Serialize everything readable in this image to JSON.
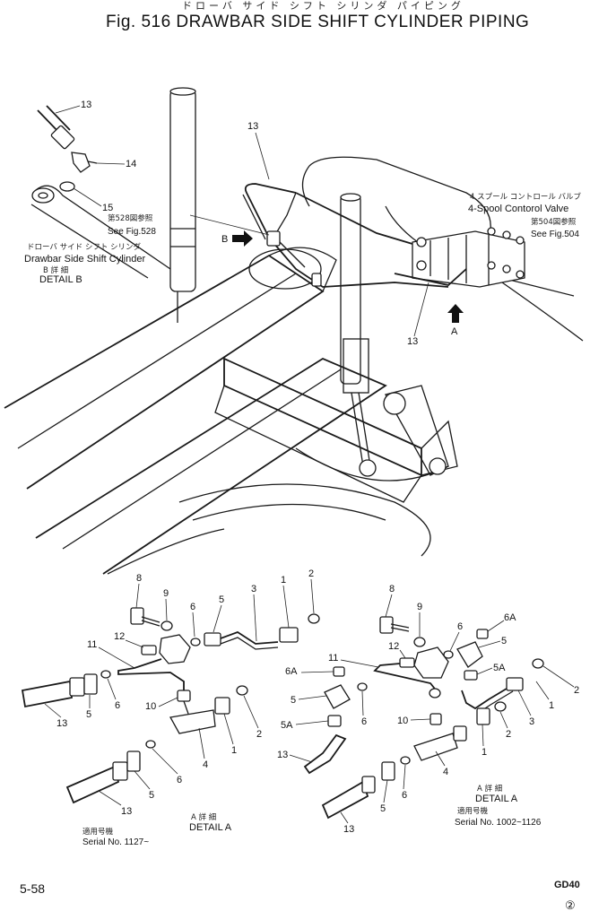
{
  "header": {
    "jp_title": "ドローバ サイド シフト シリンダ パイピング",
    "title": "Fig. 516  DRAWBAR SIDE SHIFT CYLINDER PIPING"
  },
  "detail_b": {
    "label_jp": "ドローバ サイド シフト シリンダ",
    "label": "Drawbar Side Shift Cylinder",
    "detail_jp": "B 詳 細",
    "detail": "DETAIL B",
    "ref_jp": "第528図参照",
    "ref": "See Fig.528"
  },
  "valve": {
    "label_jp": "4 スプール コントロール バルブ",
    "label": "4-Spool Contorol Valve",
    "ref_jp": "第504図参照",
    "ref": "See Fig.504"
  },
  "arrows": {
    "b": "B",
    "a": "A"
  },
  "detail_a_left": {
    "detail_jp": "A 詳 細",
    "detail": "DETAIL A",
    "serial_jp": "適用号機",
    "serial": "Serial No. 1127~"
  },
  "detail_a_right": {
    "detail_jp": "A 詳 細",
    "detail": "DETAIL A",
    "serial_jp": "適用号機",
    "serial": "Serial No. 1002~1126"
  },
  "callouts": {
    "n13": "13",
    "n14": "14",
    "n15": "15",
    "n1": "1",
    "n2": "2",
    "n3": "3",
    "n4": "4",
    "n5": "5",
    "n6": "6",
    "n8": "8",
    "n9": "9",
    "n10": "10",
    "n11": "11",
    "n12": "12",
    "n6a": "6A",
    "n5a": "5A"
  },
  "footer": {
    "page": "5-58",
    "model": "GD40",
    "sheet": "②"
  }
}
